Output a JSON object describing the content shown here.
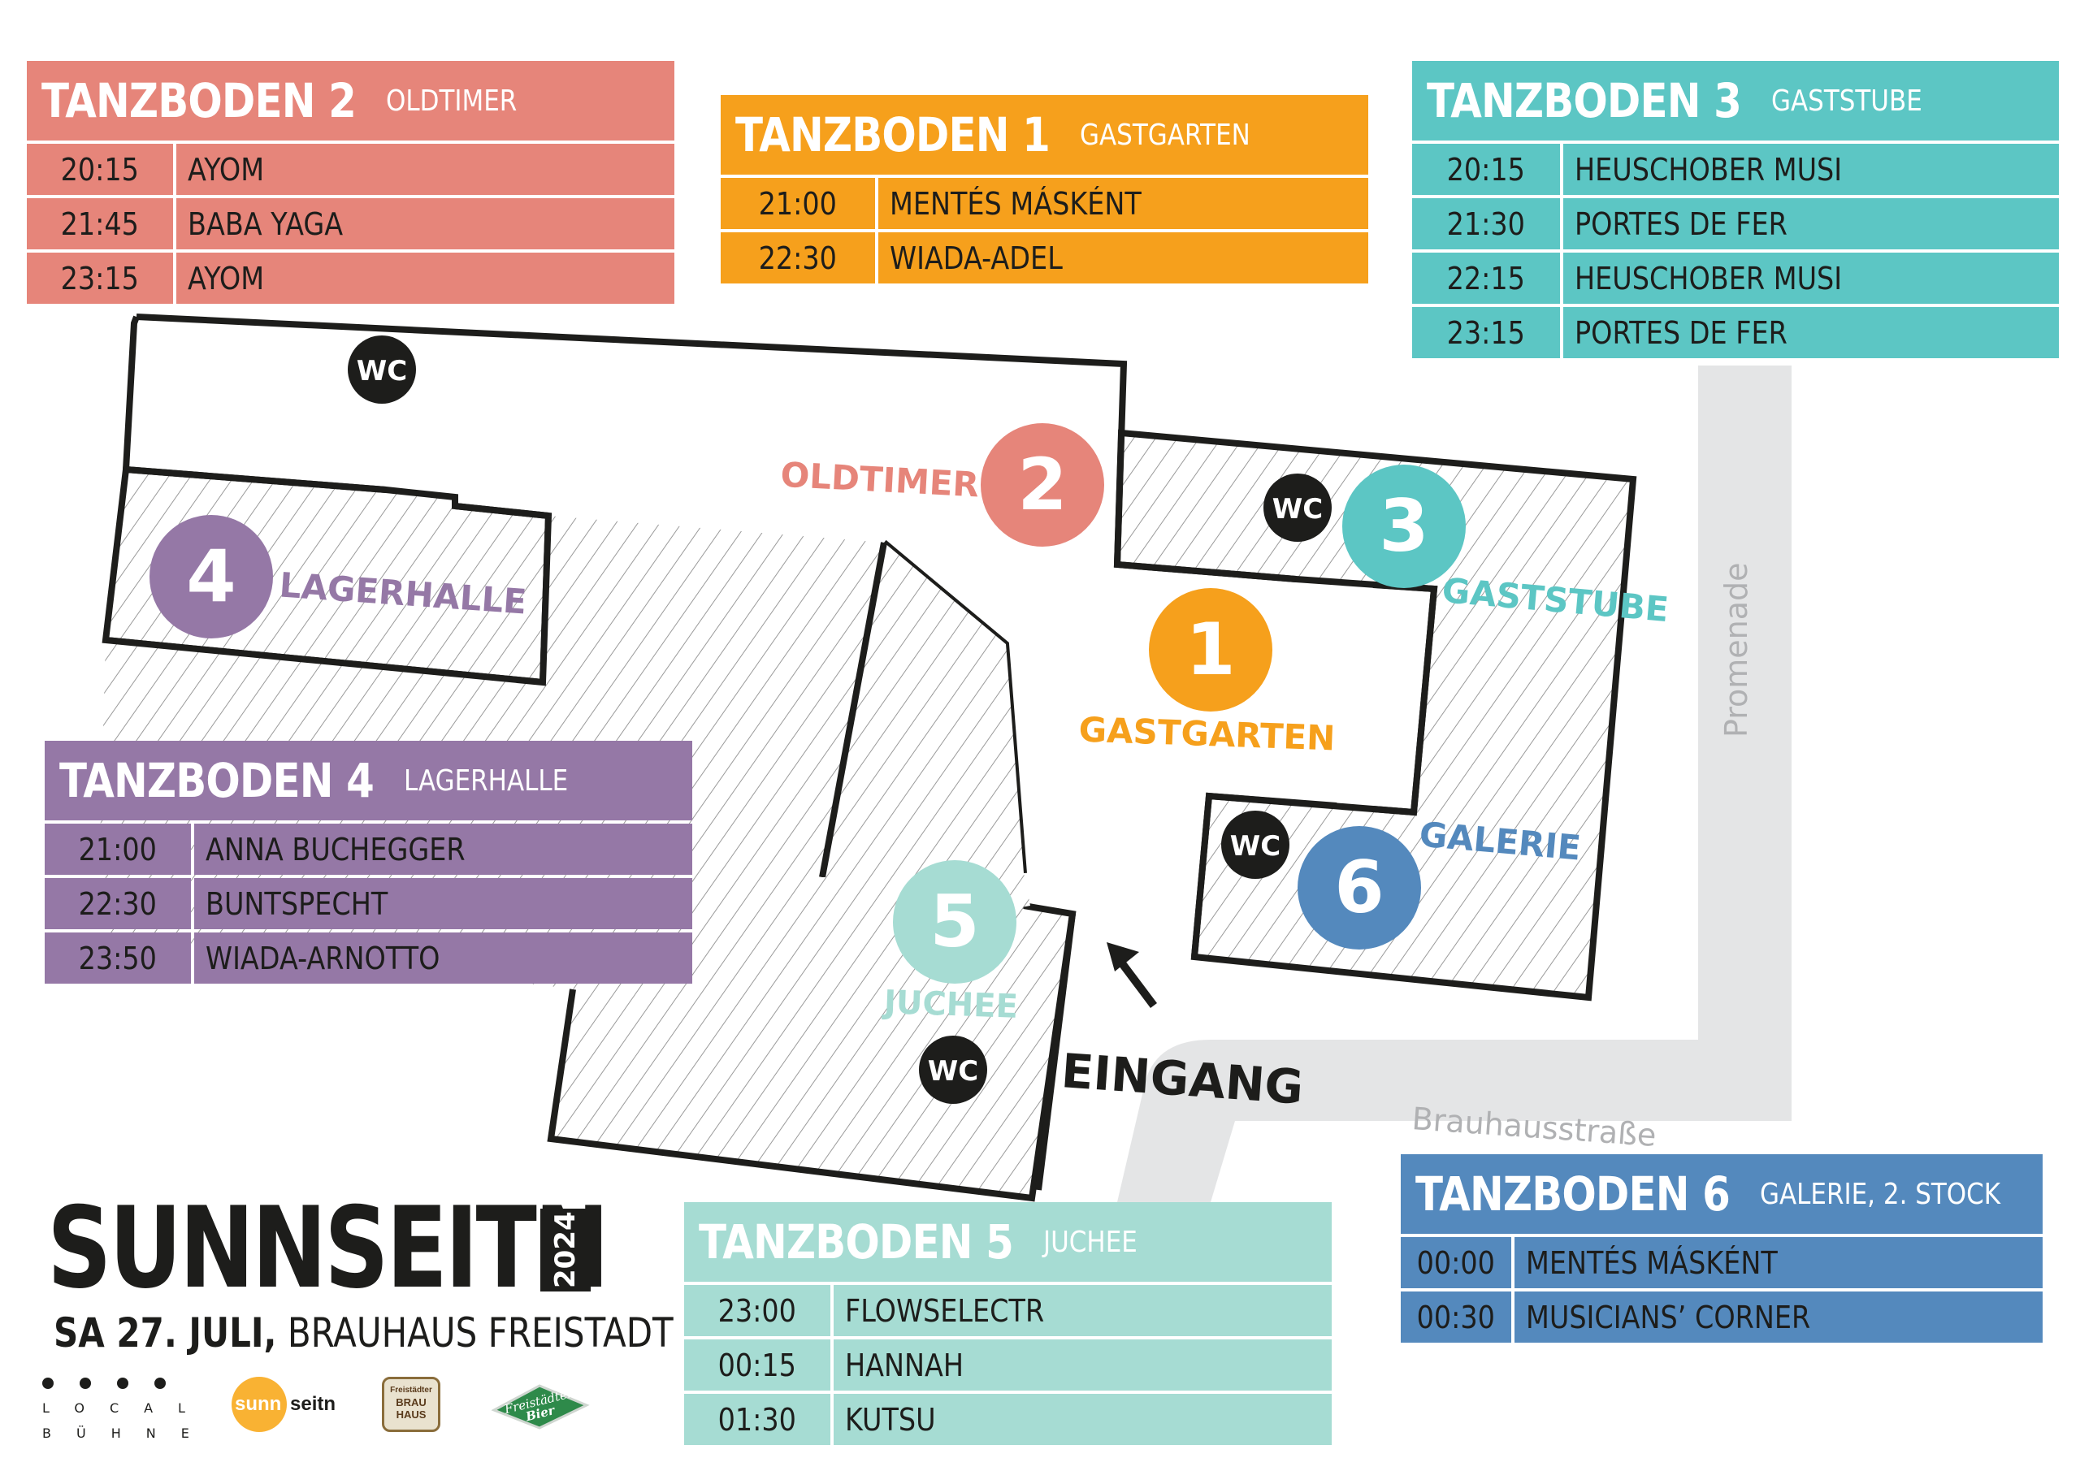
{
  "colors": {
    "tanzboden1": "#f6a01c",
    "tanzboden2": "#e6857a",
    "tanzboden3": "#5cc6c4",
    "tanzboden4": "#9578a6",
    "tanzboden5": "#a6dcd3",
    "tanzboden6": "#5489bd",
    "ink": "#1d1d1b",
    "street": "#e4e5e6"
  },
  "panels": [
    {
      "id": "tanzboden-2",
      "title": "TANZBODEN 2",
      "subtitle": "OLDTIMER",
      "color": "#e6857a",
      "rows": [
        {
          "time": "20:15",
          "name": "AYOM"
        },
        {
          "time": "21:45",
          "name": "BABA YAGA"
        },
        {
          "time": "23:15",
          "name": "AYOM"
        }
      ]
    },
    {
      "id": "tanzboden-1",
      "title": "TANZBODEN 1",
      "subtitle": "GASTGARTEN",
      "color": "#f6a01c",
      "rows": [
        {
          "time": "21:00",
          "name": "MENTÉS MÁSKÉNT"
        },
        {
          "time": "22:30",
          "name": "WIADA-ADEL"
        }
      ]
    },
    {
      "id": "tanzboden-3",
      "title": "TANZBODEN 3",
      "subtitle": "GASTSTUBE",
      "color": "#5cc6c4",
      "rows": [
        {
          "time": "20:15",
          "name": "HEUSCHOBER MUSI"
        },
        {
          "time": "21:30",
          "name": "PORTES DE FER"
        },
        {
          "time": "22:15",
          "name": "HEUSCHOBER MUSI"
        },
        {
          "time": "23:15",
          "name": "PORTES DE FER"
        }
      ]
    },
    {
      "id": "tanzboden-4",
      "title": "TANZBODEN 4",
      "subtitle": "LAGERHALLE",
      "color": "#9578a6",
      "rows": [
        {
          "time": "21:00",
          "name": "ANNA BUCHEGGER"
        },
        {
          "time": "22:30",
          "name": "BUNTSPECHT"
        },
        {
          "time": "23:50",
          "name": "WIADA-ARNOTTO"
        }
      ]
    },
    {
      "id": "tanzboden-5",
      "title": "TANZBODEN 5",
      "subtitle": "JUCHEE",
      "color": "#a6dcd3",
      "rows": [
        {
          "time": "23:00",
          "name": "FLOWSELECTR"
        },
        {
          "time": "00:15",
          "name": "HANNAH"
        },
        {
          "time": "01:30",
          "name": "KUTSU"
        }
      ]
    },
    {
      "id": "tanzboden-6",
      "title": "TANZBODEN 6",
      "subtitle": "GALERIE, 2. STOCK",
      "color": "#5489bd",
      "rows": [
        {
          "time": "00:00",
          "name": "MENTÉS MÁSKÉNT"
        },
        {
          "time": "00:30",
          "name": "MUSICIANS’ CORNER"
        }
      ]
    }
  ],
  "venues": [
    {
      "number": "1",
      "label": "GASTGARTEN",
      "color": "#f6a01c"
    },
    {
      "number": "2",
      "label": "OLDTIMER",
      "color": "#e6857a"
    },
    {
      "number": "3",
      "label": "GASTSTUBE",
      "color": "#5cc6c4"
    },
    {
      "number": "4",
      "label": "LAGERHALLE",
      "color": "#9578a6"
    },
    {
      "number": "5",
      "label": "JUCHEE",
      "color": "#a6dcd3"
    },
    {
      "number": "6",
      "label": "GALERIE",
      "color": "#5489bd"
    }
  ],
  "wc_label": "WC",
  "entrance_label": "EINGANG",
  "streets": {
    "promenade": "Promenade",
    "brauhaus": "Brauhausstraße"
  },
  "brand": {
    "name": "SUNNSEITN",
    "year": "2024",
    "date_bold": "SA 27. JULI,",
    "date_rest": " BRAUHAUS FREISTADT"
  },
  "logos": {
    "local_line1": "LOCAL",
    "local_line2": "BÜHNE",
    "sunn": "sunn",
    "seitn": "seitn",
    "brauhaus_line1": "Freistädter",
    "brauhaus_line2": "BRAU",
    "brauhaus_line3": "HAUS",
    "bier_line1": "Freistädter",
    "bier_line2": "Bier"
  }
}
